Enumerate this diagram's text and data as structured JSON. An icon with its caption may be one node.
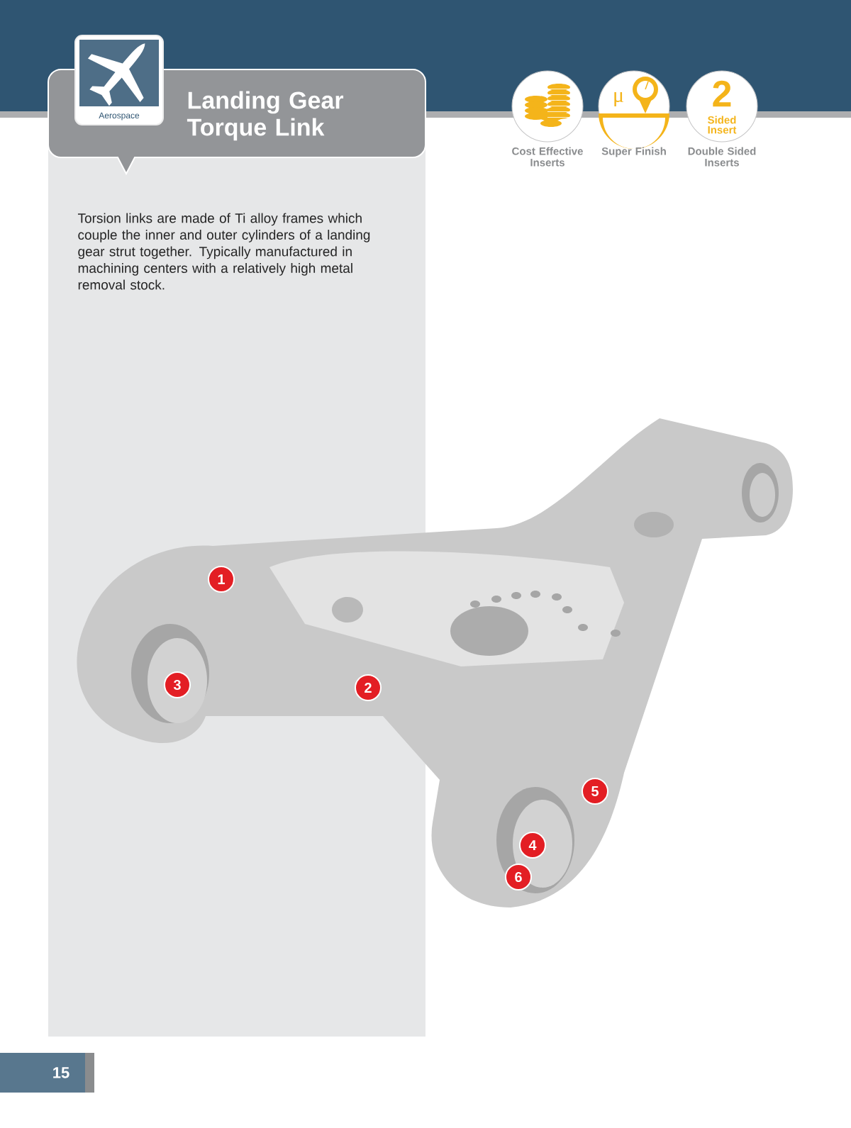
{
  "diagram": {
    "title": "Landing Gear Torque Link",
    "nodes": [
      {
        "text": [
          "1"
        ]
      },
      {
        "text": [
          "3"
        ]
      },
      {
        "text": [
          "2"
        ]
      },
      {
        "text": [
          "5"
        ]
      },
      {
        "text": [
          "4"
        ]
      },
      {
        "text": [
          "6"
        ]
      }
    ],
    "labels": [
      "Aerospace",
      "μ",
      "2",
      "Sided Insert",
      "Cost Effective Inserts",
      "Super Finish",
      "Double Sided Inserts",
      "Torsion links are made of Ti alloy frames which couple the inner and outer cylinders of a landing gear strut together. Typically manufactured in machining centers with a relatively high metal removal stock.",
      "15"
    ]
  }
}
